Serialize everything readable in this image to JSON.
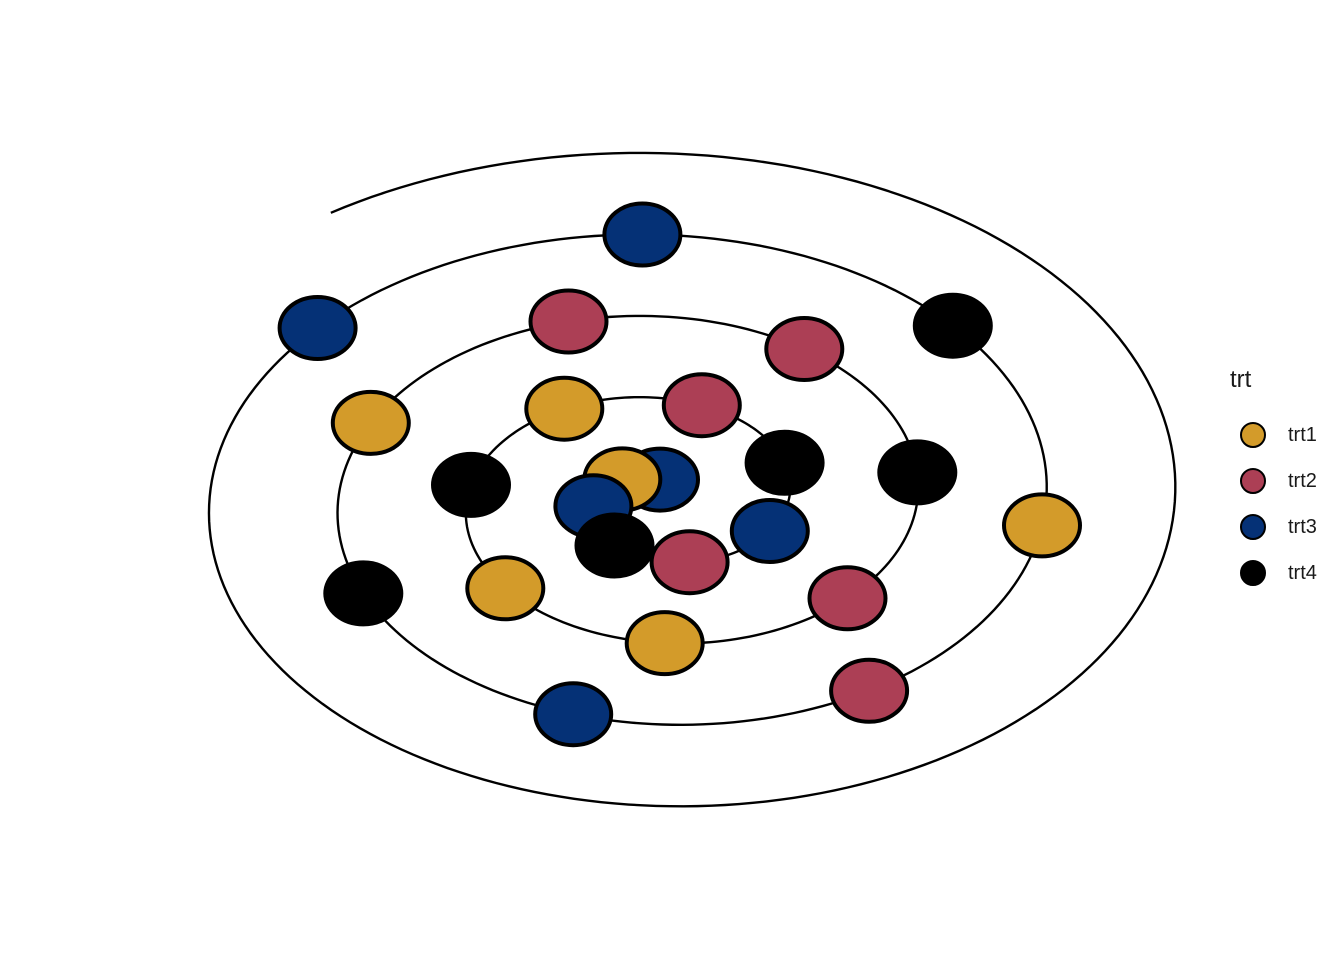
{
  "chart_data": {
    "type": "scatter",
    "title": "",
    "xlabel": "",
    "ylabel": "",
    "spiral": {
      "turns": 4.1,
      "points": 31
    },
    "legend": {
      "title": "trt",
      "position": "right",
      "items": [
        {
          "label": "trt1",
          "color": "#d39b2a"
        },
        {
          "label": "trt2",
          "color": "#ac3f55"
        },
        {
          "label": "trt3",
          "color": "#053176"
        },
        {
          "label": "trt4",
          "color": "#000000"
        }
      ]
    },
    "points": [
      {
        "i": 1,
        "trt": "trt3"
      },
      {
        "i": 2,
        "trt": "trt1"
      },
      {
        "i": 3,
        "trt": "trt3"
      },
      {
        "i": 4,
        "trt": "trt4"
      },
      {
        "i": 5,
        "trt": "trt2"
      },
      {
        "i": 6,
        "trt": "trt3"
      },
      {
        "i": 7,
        "trt": "trt4"
      },
      {
        "i": 8,
        "trt": "trt2"
      },
      {
        "i": 9,
        "trt": "trt1"
      },
      {
        "i": 10,
        "trt": "trt4"
      },
      {
        "i": 11,
        "trt": "trt1"
      },
      {
        "i": 12,
        "trt": "trt1"
      },
      {
        "i": 13,
        "trt": "trt2"
      },
      {
        "i": 14,
        "trt": "trt4"
      },
      {
        "i": 15,
        "trt": "trt2"
      },
      {
        "i": 16,
        "trt": "trt2"
      },
      {
        "i": 17,
        "trt": "trt1"
      },
      {
        "i": 18,
        "trt": "trt4"
      },
      {
        "i": 19,
        "trt": "trt3"
      },
      {
        "i": 20,
        "trt": "trt2"
      },
      {
        "i": 21,
        "trt": "trt1"
      },
      {
        "i": 22,
        "trt": "trt4"
      },
      {
        "i": 23,
        "trt": "trt3"
      },
      {
        "i": 24,
        "trt": "trt3"
      }
    ]
  }
}
